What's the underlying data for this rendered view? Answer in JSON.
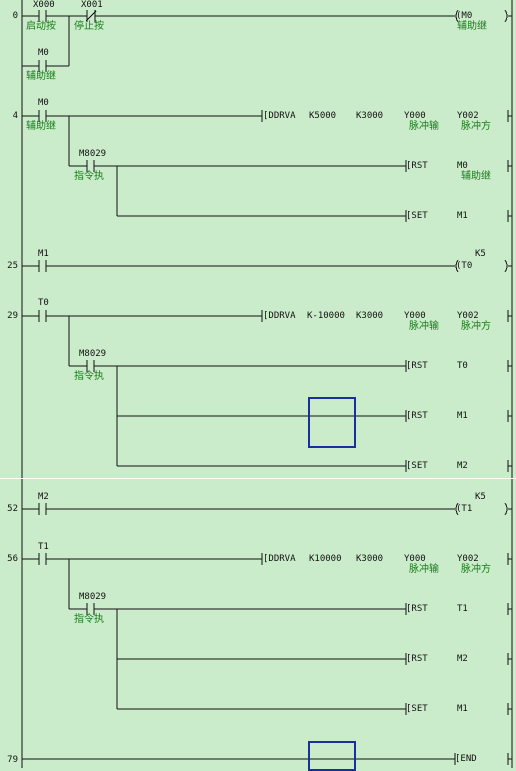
{
  "accent": {
    "wire": "#111111",
    "comment": "#1b7a1b",
    "selection": "#1a2fa0",
    "background": "#cbeccb"
  },
  "steps": {
    "s0": "0",
    "s4": "4",
    "s25": "25",
    "s29": "29",
    "s52": "52",
    "s56": "56",
    "s79": "79"
  },
  "r0": {
    "x000": "X000",
    "x000_c": "启动按",
    "x001": "X001",
    "x001_c": "停止按",
    "m0": "M0",
    "m0_c": "辅助继",
    "coil": "(M0",
    "coil_c": "辅助继"
  },
  "r4": {
    "m0": "M0",
    "m0_c": "辅助继",
    "ins": "[DDRVA",
    "a1": "K5000",
    "a2": "K3000",
    "a3": "Y000",
    "a3_c": "脉冲输",
    "a4": "Y002",
    "a4_c": "脉冲方",
    "m8029": "M8029",
    "m8029_c": "指令执",
    "rst": "[RST",
    "rst_op": "M0",
    "rst_c": "辅助继",
    "set": "[SET",
    "set_op": "M1"
  },
  "r25": {
    "m1": "M1",
    "coil": "(T0",
    "k": "K5"
  },
  "r29": {
    "t0": "T0",
    "ins": "[DDRVA",
    "a1": "K-10000",
    "a2": "K3000",
    "a3": "Y000",
    "a3_c": "脉冲输",
    "a4": "Y002",
    "a4_c": "脉冲方",
    "m8029": "M8029",
    "m8029_c": "指令执",
    "rst1": "[RST",
    "rst1_op": "T0",
    "rst2": "[RST",
    "rst2_op": "M1",
    "set": "[SET",
    "set_op": "M2"
  },
  "r52": {
    "m2": "M2",
    "coil": "(T1",
    "k": "K5"
  },
  "r56": {
    "t1": "T1",
    "ins": "[DDRVA",
    "a1": "K10000",
    "a2": "K3000",
    "a3": "Y000",
    "a3_c": "脉冲输",
    "a4": "Y002",
    "a4_c": "脉冲方",
    "m8029": "M8029",
    "m8029_c": "指令执",
    "rst1": "[RST",
    "rst1_op": "T1",
    "rst2": "[RST",
    "rst2_op": "M2",
    "set": "[SET",
    "set_op": "M1"
  },
  "r79": {
    "end": "[END"
  }
}
